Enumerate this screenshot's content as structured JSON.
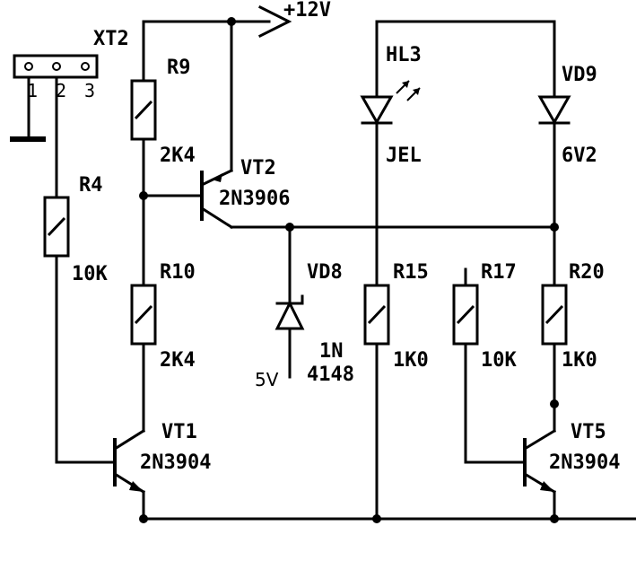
{
  "connector": {
    "ref": "XT2",
    "pins": [
      "1",
      "2",
      "3"
    ]
  },
  "supply": {
    "label": "+12V"
  },
  "resistors": {
    "r4": {
      "ref": "R4",
      "value": "10K"
    },
    "r9": {
      "ref": "R9",
      "value": "2K4"
    },
    "r10": {
      "ref": "R10",
      "value": "2K4"
    },
    "r15": {
      "ref": "R15",
      "value": "1K0"
    },
    "r17": {
      "ref": "R17",
      "value": "10K"
    },
    "r20": {
      "ref": "R20",
      "value": "1K0"
    }
  },
  "transistors": {
    "vt1": {
      "ref": "VT1",
      "part": "2N3904"
    },
    "vt2": {
      "ref": "VT2",
      "part": "2N3906"
    },
    "vt5": {
      "ref": "VT5",
      "part": "2N3904"
    }
  },
  "diodes": {
    "hl3": {
      "ref": "HL3",
      "part": "JEL"
    },
    "vd9": {
      "ref": "VD9",
      "part": "6V2"
    },
    "vd8": {
      "ref": "VD8",
      "part_line1": "1N",
      "part_line2": "4148"
    }
  },
  "net_labels": {
    "five_volt": "5V"
  }
}
